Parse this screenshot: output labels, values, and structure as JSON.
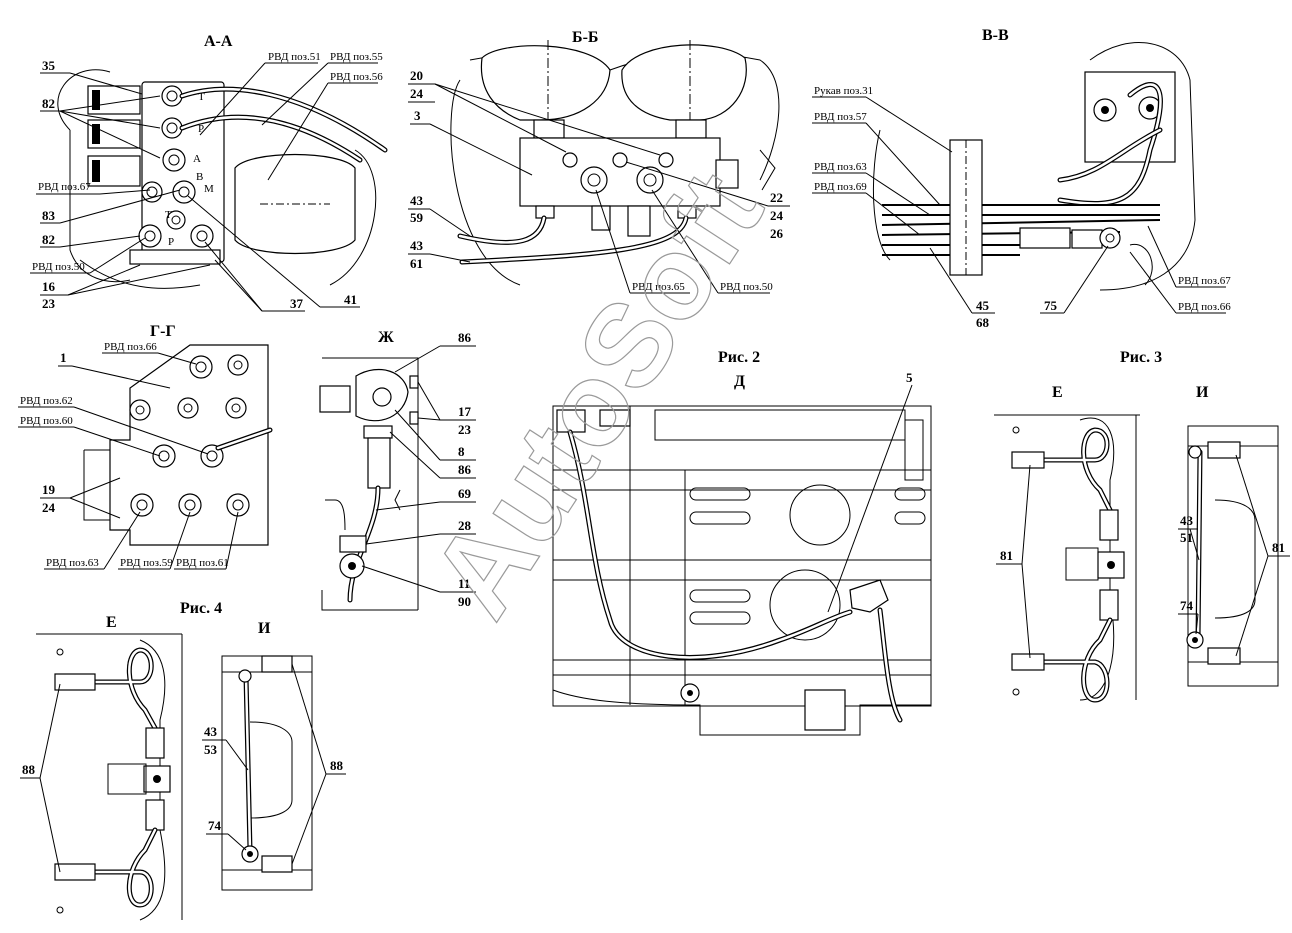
{
  "views": {
    "aa": "А-А",
    "bb": "Б-Б",
    "vv": "В-В",
    "gg": "Г-Г",
    "zh": "Ж",
    "d": "Д",
    "e1": "Е",
    "i1": "И",
    "e2": "Е",
    "i2": "И"
  },
  "figures": {
    "fig2": "Рис. 2",
    "fig3": "Рис. 3",
    "fig4": "Рис. 4"
  },
  "aa": {
    "n35": "35",
    "n82a": "82",
    "n83": "83",
    "n82b": "82",
    "n16": "16",
    "n23": "23",
    "n37": "37",
    "n41": "41",
    "h51": "РВД поз.51",
    "h55": "РВД поз.55",
    "h56": "РВД поз.56",
    "h67": "РВД поз.67",
    "h50": "РВД поз.50",
    "port_t1": "T",
    "port_p1": "P",
    "port_a": "A",
    "port_b": "B",
    "port_m": "M",
    "port_t2": "T",
    "port_p2": "P"
  },
  "bb": {
    "n20": "20",
    "n24a": "24",
    "n3": "3",
    "n43a": "43",
    "n59": "59",
    "n43b": "43",
    "n61": "61",
    "n22": "22",
    "n24b": "24",
    "n26": "26",
    "h65": "РВД поз.65",
    "h50": "РВД поз.50"
  },
  "vv": {
    "r31": "Рукав поз.31",
    "h57": "РВД поз.57",
    "h63": "РВД поз.63",
    "h69": "РВД поз.69",
    "n45": "45",
    "n68": "68",
    "n75": "75",
    "h67": "РВД поз.67",
    "h66": "РВД поз.66"
  },
  "gg": {
    "n1": "1",
    "h66": "РВД поз.66",
    "h62": "РВД поз.62",
    "h60": "РВД поз.60",
    "n19": "19",
    "n24": "24",
    "h63": "РВД поз.63",
    "h59": "РВД поз.59",
    "h61": "РВД поз.61"
  },
  "zh": {
    "n86a": "86",
    "n17": "17",
    "n23": "23",
    "n8": "8",
    "n86b": "86",
    "n69": "69",
    "n28": "28",
    "n11": "11",
    "n90": "90"
  },
  "d": {
    "n5": "5"
  },
  "fig3": {
    "n81a": "81",
    "n43": "43",
    "n51": "51",
    "n74": "74",
    "n81b": "81"
  },
  "fig4": {
    "n88a": "88",
    "n43": "43",
    "n53": "53",
    "n74": "74",
    "n88b": "88"
  },
  "watermark": "AutoSoft"
}
